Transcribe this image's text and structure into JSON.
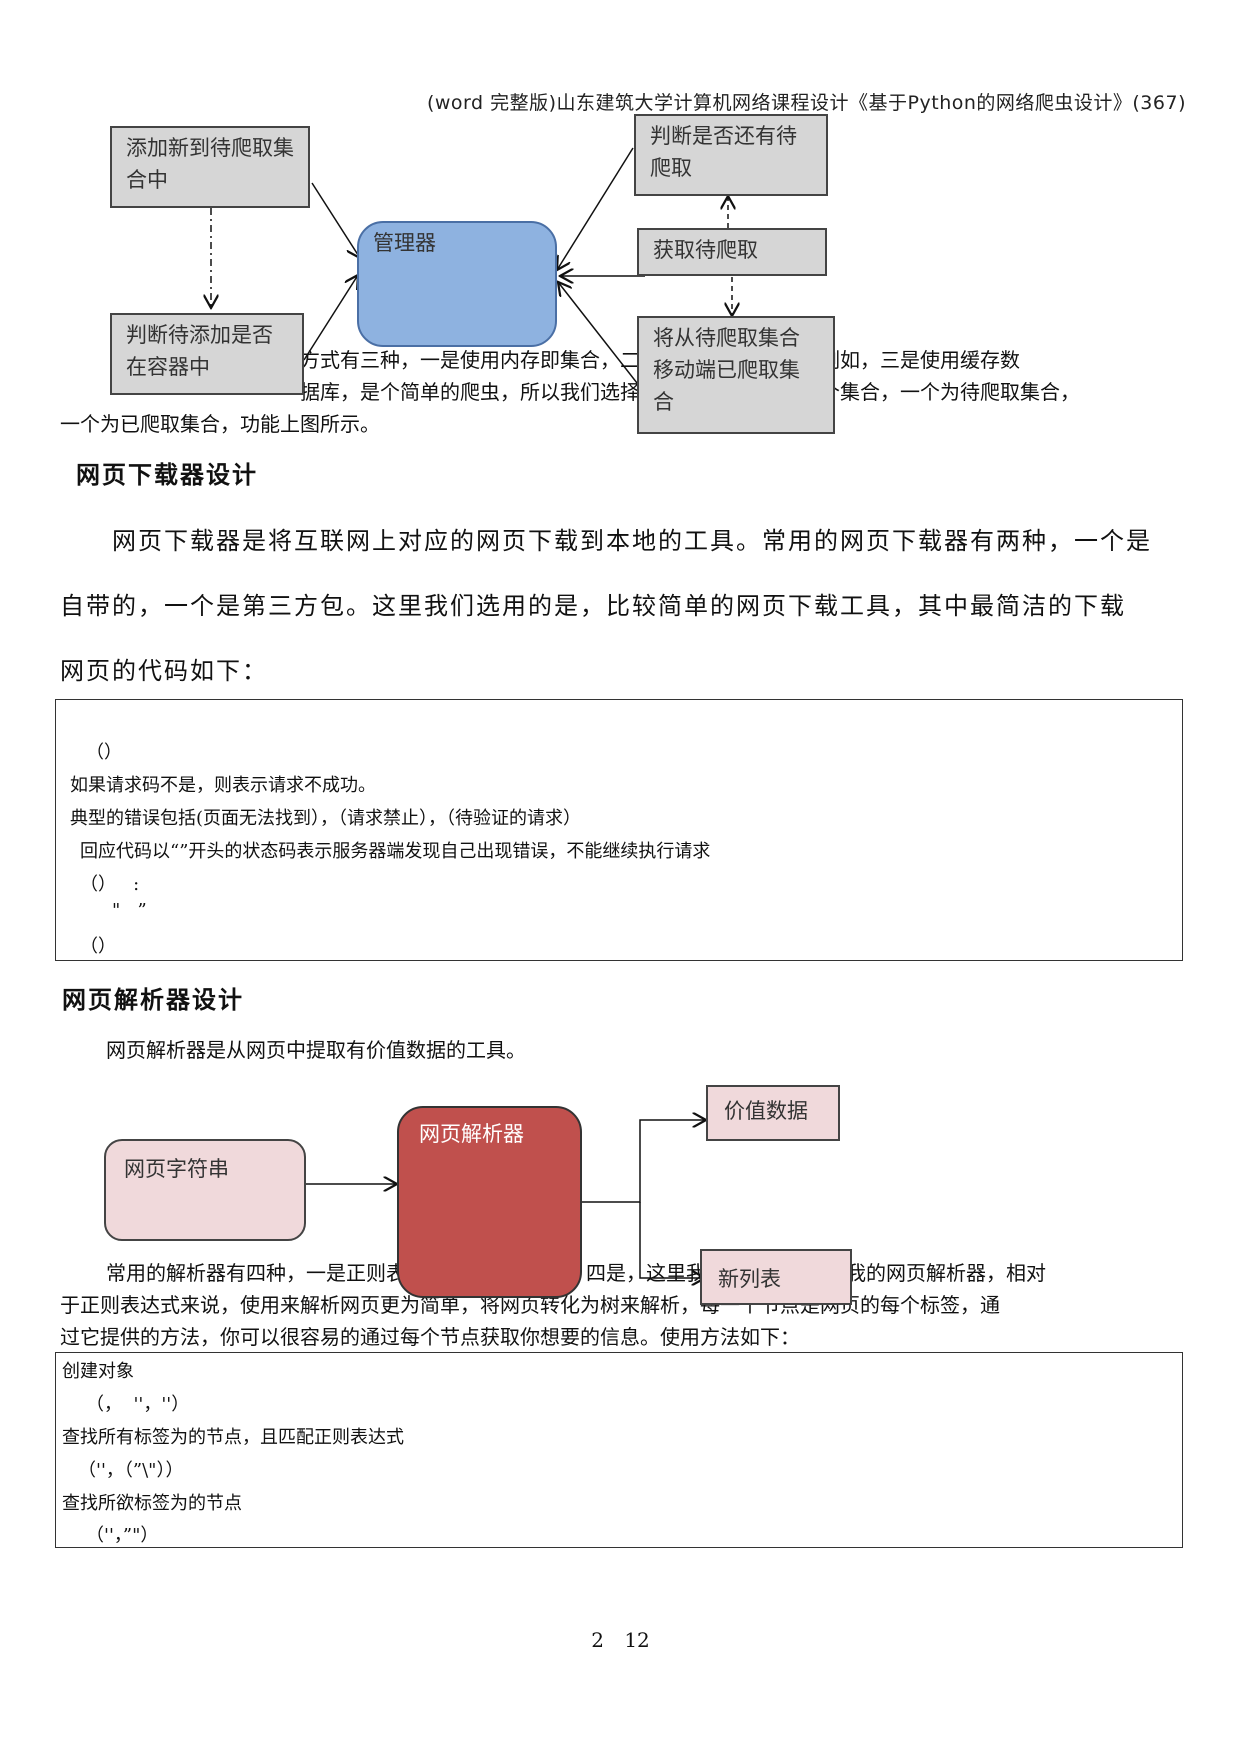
{
  "header": "(word 完整版)山东建筑大学计算机网络课程设计《基于Python的网络爬虫设计》(367)",
  "diagram1": {
    "add_new": "添加新到待爬取集合中",
    "check_remaining": "判断是否还有待爬取",
    "manager": "管理器",
    "get_pending": "获取待爬取",
    "check_in_container": "判断待添加是否在容器中",
    "move_to_crawled": "将从待爬取集合移动端已爬取集合"
  },
  "para1": {
    "line1": "方式有三种，一是使用内存即集合，二是使用关系数据库，例如，三是使用缓存数",
    "line2": "据库，是个简单的爬虫，所以我们选择集合的方式，建立两个集合，一个为待爬取集合，",
    "line3": "一个为已爬取集合，功能上图所示。"
  },
  "heading_downloader": "网页下载器设计",
  "para2": {
    "line1": "网页下载器是将互联网上对应的网页下载到本地的工具。常用的网页下载器有两种，一个是",
    "line2": "自带的，一个是第三方包。这里我们选用的是，比较简单的网页下载工具，其中最简洁的下载",
    "line3": "网页的代码如下："
  },
  "code1": [
    "（）",
    "如果请求码不是，则表示请求不成功。",
    "典型的错误包括(页面无法找到），（请求禁止），（待验证的请求）",
    "回应代码以“”开头的状态码表示服务器端发现自己出现错误，不能继续执行请求",
    "（）   :",
    "\"   ”",
    "（）"
  ],
  "heading_parser": "网页解析器设计",
  "para3": "网页解析器是从网页中提取有价值数据的工具。",
  "diagram2": {
    "page_string": "网页字符串",
    "parser": "网页解析器",
    "valuable_data": "价值数据",
    "new_list": "新列表"
  },
  "para4": {
    "line1": "常用的解析器有四种，一是正则表达式，二是，三是，四是，这里我们选用的是作为我的网页解析器，相对",
    "line2": "于正则表达式来说，使用来解析网页更为简单，将网页转化为树来解析，每一个节点是网页的每个标签，通",
    "line3": "过它提供的方法，你可以很容易的通过每个节点获取你想要的信息。使用方法如下："
  },
  "code2": [
    "创建对象",
    "（，  ''，''）",
    "查找所有标签为的节点，且匹配正则表达式",
    "（''，（”\\\"））",
    "查找所欲标签为的节点",
    "（''，”\"）"
  ],
  "page_number": "2 12"
}
